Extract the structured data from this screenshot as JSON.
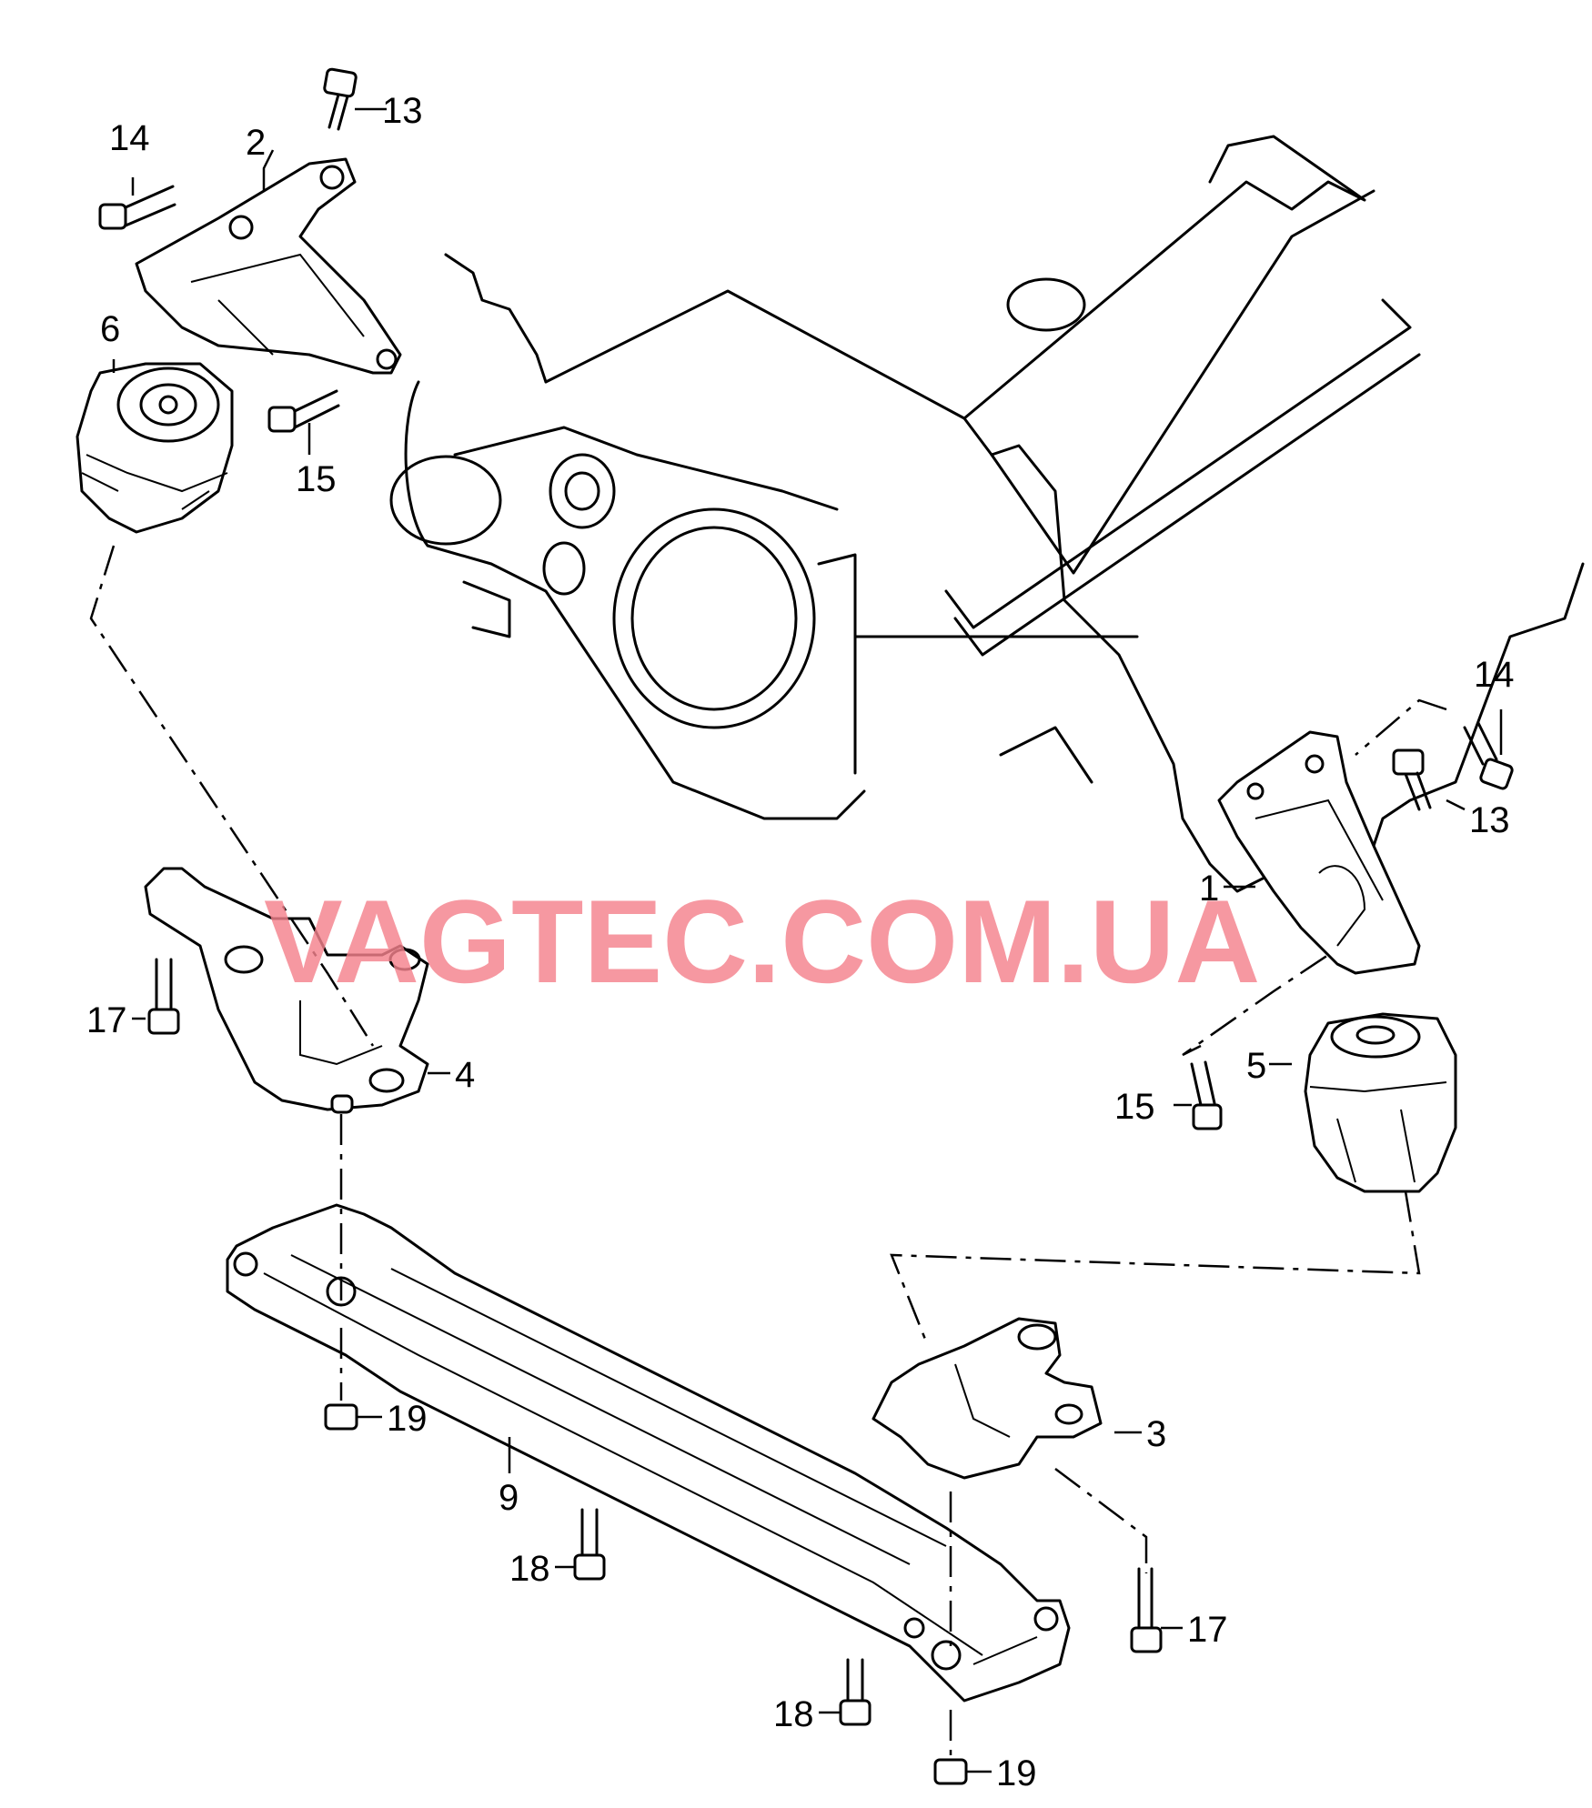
{
  "watermark": "VAGTEC.COM.UA",
  "callouts": {
    "c1": "1",
    "c2": "2",
    "c3": "3",
    "c4": "4",
    "c5": "5",
    "c6": "6",
    "c9": "9",
    "c13a": "13",
    "c13b": "13",
    "c14a": "14",
    "c14b": "14",
    "c15a": "15",
    "c15b": "15",
    "c17a": "17",
    "c17b": "17",
    "c18a": "18",
    "c18b": "18",
    "c19a": "19",
    "c19b": "19"
  }
}
